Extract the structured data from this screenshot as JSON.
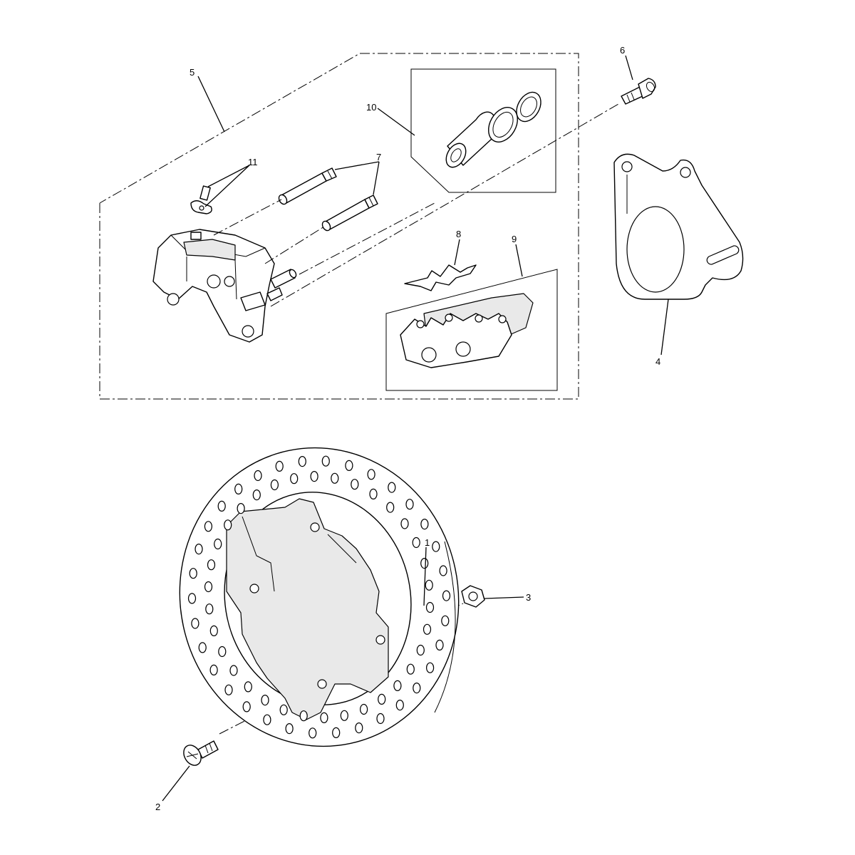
{
  "diagram": {
    "callouts": [
      {
        "id": "c1",
        "text": "1"
      },
      {
        "id": "c2",
        "text": "2"
      },
      {
        "id": "c3",
        "text": "3"
      },
      {
        "id": "c4",
        "text": "4"
      },
      {
        "id": "c5",
        "text": "5"
      },
      {
        "id": "c6",
        "text": "6"
      },
      {
        "id": "c7",
        "text": "7"
      },
      {
        "id": "c8",
        "text": "8"
      },
      {
        "id": "c9",
        "text": "9"
      },
      {
        "id": "c10",
        "text": "10"
      },
      {
        "id": "c11",
        "text": "11"
      }
    ]
  }
}
